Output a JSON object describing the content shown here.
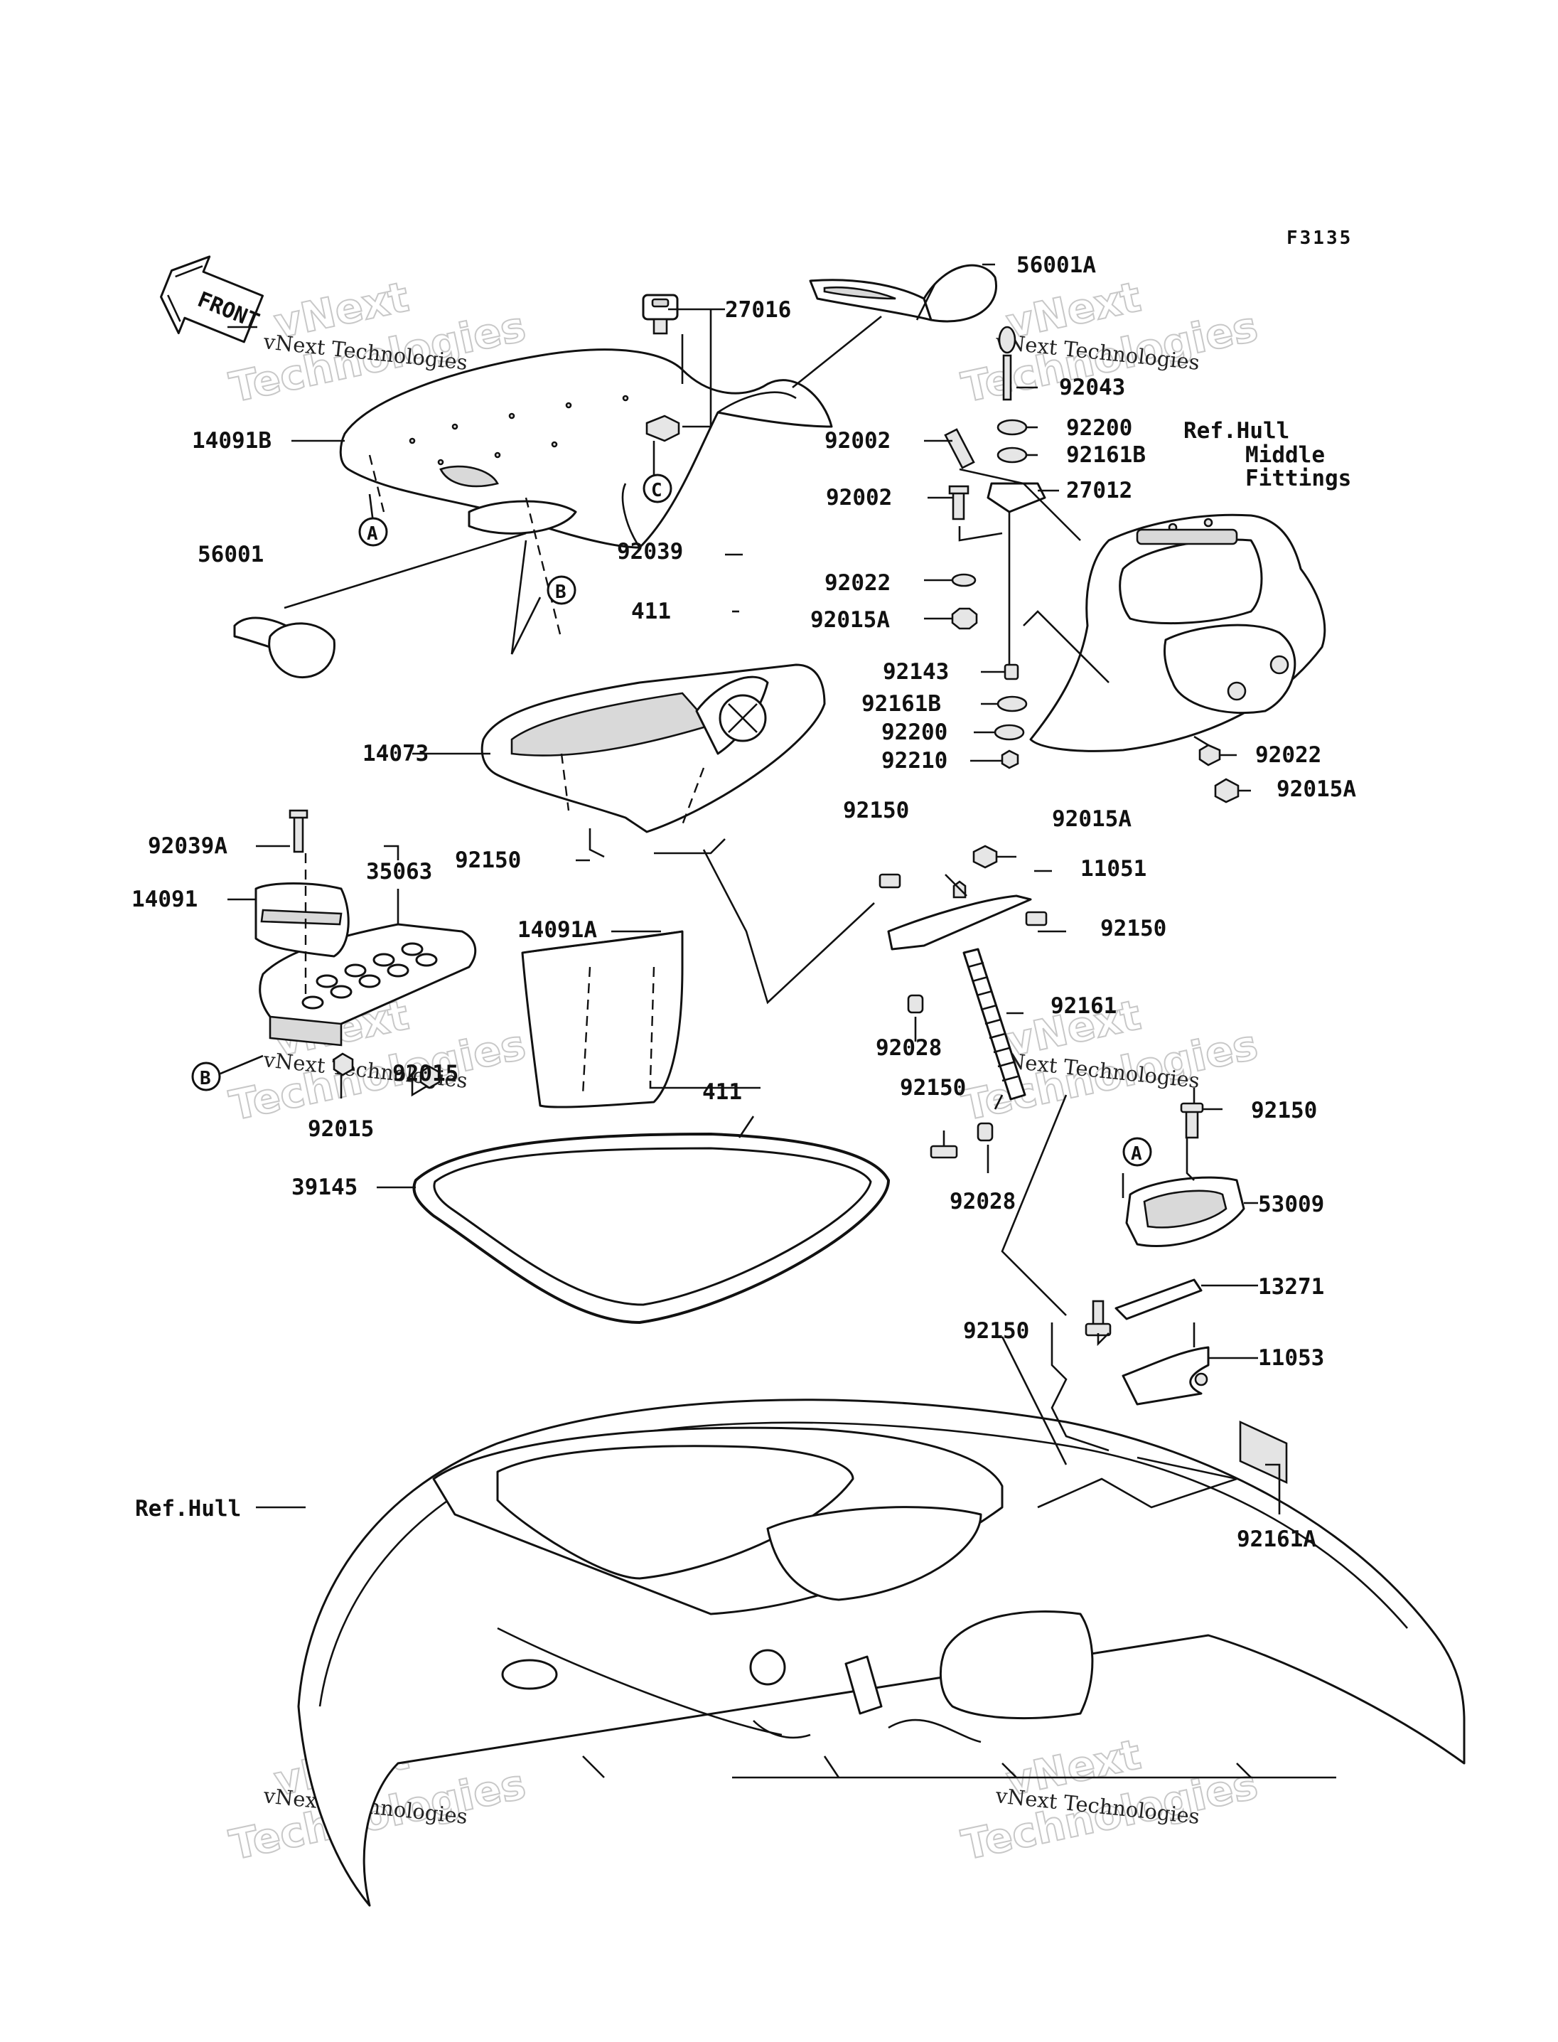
{
  "figure_code": "F3135",
  "front_label": "FRONT",
  "watermark": {
    "line1": "vNext",
    "line2": "Technologies",
    "caption": "vNext Technologies"
  },
  "callouts": {
    "A": "A",
    "B": "B",
    "C": "C"
  },
  "labels": {
    "p56001A": "56001A",
    "p27016": "27016",
    "p92043": "92043",
    "p92200a": "92200",
    "p92161Ba": "92161B",
    "p92002a": "92002",
    "p92002b": "92002",
    "p27012": "27012",
    "refHullMiddle1": "Ref.Hull",
    "refHullMiddle2": "Middle",
    "refHullMiddle3": "Fittings",
    "p14091B": "14091B",
    "p56001": "56001",
    "p92039": "92039",
    "p411a": "411",
    "p92022a": "92022",
    "p92015Aa": "92015A",
    "p92143": "92143",
    "p92161Bb": "92161B",
    "p92200b": "92200",
    "p92210": "92210",
    "p92022b": "92022",
    "p92015Ab": "92015A",
    "p14073": "14073",
    "p92150a": "92150",
    "p92015Ac": "92015A",
    "p92039A": "92039A",
    "p35063": "35063",
    "p92150b": "92150",
    "p11051": "11051",
    "p14091": "14091",
    "p14091A": "14091A",
    "p92150c": "92150",
    "p92161": "92161",
    "p92028a": "92028",
    "p92015a": "92015",
    "p411b": "411",
    "p92015b": "92015",
    "p92150d": "92150",
    "p92150e": "92150",
    "p39145": "39145",
    "p92028b": "92028",
    "p53009": "53009",
    "p13271": "13271",
    "p92150f": "92150",
    "p11053": "11053",
    "refHull": "Ref.Hull",
    "p92161A": "92161A"
  }
}
